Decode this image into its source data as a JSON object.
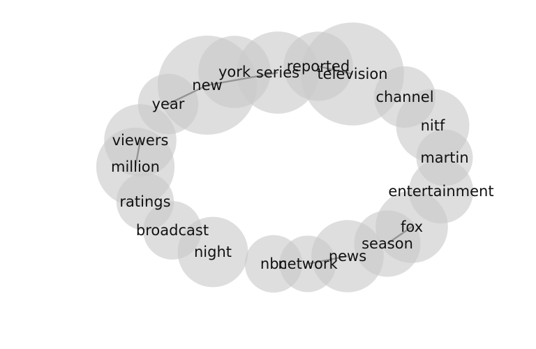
{
  "diagram": {
    "type": "word-association-network",
    "node_color": "#c9c9c9",
    "edge_color": "#8a8a8a",
    "label_color": "#111111",
    "nodes": [
      {
        "id": "new",
        "label": "new",
        "weight": 1.0
      },
      {
        "id": "york",
        "label": "york",
        "weight": 0.73
      },
      {
        "id": "series",
        "label": "series",
        "weight": 0.83
      },
      {
        "id": "reported",
        "label": "reported",
        "weight": 0.7
      },
      {
        "id": "television",
        "label": "television",
        "weight": 1.04
      },
      {
        "id": "channel",
        "label": "channel",
        "weight": 0.62
      },
      {
        "id": "nitf",
        "label": "nitf",
        "weight": 0.74
      },
      {
        "id": "martin",
        "label": "martin",
        "weight": 0.57
      },
      {
        "id": "entertainment",
        "label": "entertainment",
        "weight": 0.65
      },
      {
        "id": "fox",
        "label": "fox",
        "weight": 0.73
      },
      {
        "id": "season",
        "label": "season",
        "weight": 0.67
      },
      {
        "id": "news",
        "label": "news",
        "weight": 0.73
      },
      {
        "id": "network",
        "label": "network",
        "weight": 0.57
      },
      {
        "id": "nbc",
        "label": "nbc",
        "weight": 0.58
      },
      {
        "id": "night",
        "label": "night",
        "weight": 0.71
      },
      {
        "id": "broadcast",
        "label": "broadcast",
        "weight": 0.59
      },
      {
        "id": "ratings",
        "label": "ratings",
        "weight": 0.58
      },
      {
        "id": "million",
        "label": "million",
        "weight": 0.79
      },
      {
        "id": "viewers",
        "label": "viewers",
        "weight": 0.73
      },
      {
        "id": "year",
        "label": "year",
        "weight": 0.61
      }
    ],
    "edges": [
      [
        "year",
        "new"
      ],
      [
        "new",
        "series"
      ],
      [
        "reported",
        "television"
      ],
      [
        "viewers",
        "million"
      ],
      [
        "season",
        "fox"
      ],
      [
        "network",
        "news"
      ]
    ]
  }
}
